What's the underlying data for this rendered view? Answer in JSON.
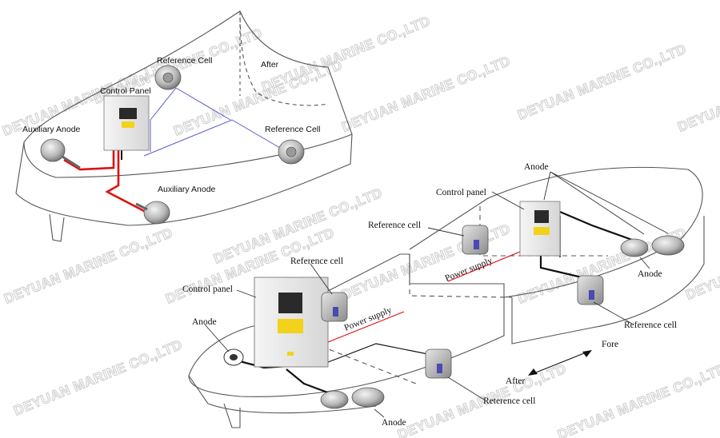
{
  "watermark_text": "DEYUAN MARINE CO.,LTD",
  "colors": {
    "hull_line": "#555555",
    "power_red": "#e01010",
    "signal_blue": "#5a5ad0",
    "black_cable": "#111111",
    "panel_body": "#ececec",
    "panel_screen": "#2a2a2a",
    "panel_label": "#f2d21b"
  },
  "top_diagram": {
    "labels": {
      "control_panel": "Control Panel",
      "reference_cell_1": "Reference Cell",
      "reference_cell_2": "Reference Cell",
      "after": "After",
      "auxiliary_anode_1": "Auxiliary Anode",
      "auxiliary_anode_2": "Auxiliary Anode"
    }
  },
  "bottom_diagram": {
    "labels": {
      "anode_top": "Anode",
      "control_panel_right": "Control panel",
      "reference_cell_upper": "Reference cell",
      "power_supply_right": "Power supply",
      "anode_right": "Anode",
      "reference_cell_right": "Reference cell",
      "reference_cell_left": "Reference cell",
      "control_panel_left": "Control panel",
      "anode_left": "Anode",
      "power_supply_left": "Power supply",
      "fore": "Fore",
      "after": "After",
      "reference_cell_bottom": "Reterence cell",
      "anode_bottom": "Anode"
    }
  }
}
